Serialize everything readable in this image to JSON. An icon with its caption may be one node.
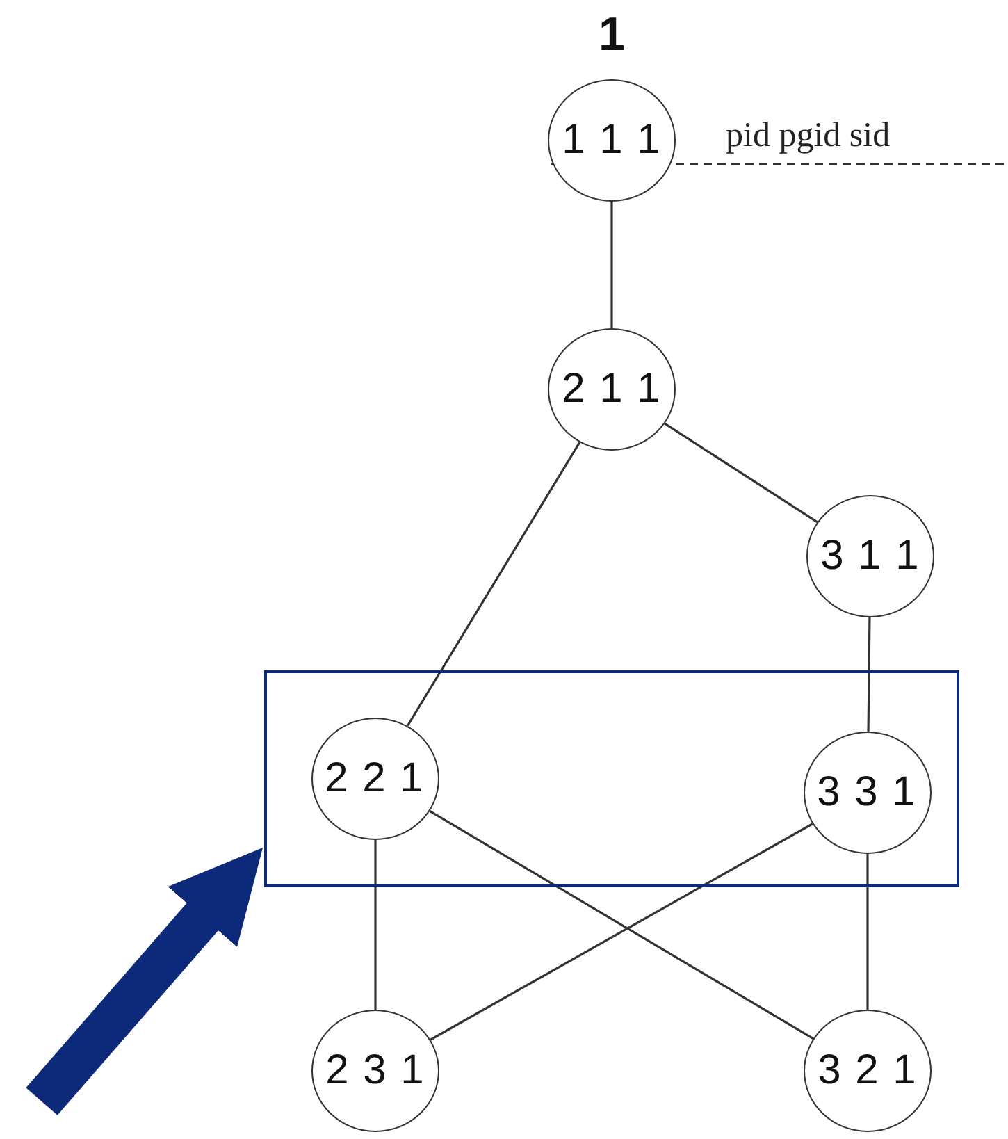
{
  "diagram": {
    "title": "1",
    "nodes": [
      {
        "text": [
          "1 1 1"
        ]
      },
      {
        "text": [
          "2 1 1"
        ]
      },
      {
        "text": [
          "3 1 1"
        ]
      },
      {
        "text": [],
        "shape": "box"
      },
      {
        "text": [
          "2 2 1"
        ],
        "in": 3
      },
      {
        "text": [
          "3 3 1"
        ],
        "in": 3
      },
      {
        "text": [
          "2 3 1"
        ]
      },
      {
        "text": [
          "3 2 1"
        ]
      }
    ],
    "edges": [
      {
        "from": 0,
        "to": 1,
        "arrow": "none"
      },
      {
        "from": 1,
        "to": 4,
        "arrow": "none"
      },
      {
        "from": 1,
        "to": 2,
        "arrow": "none"
      },
      {
        "from": 2,
        "to": 5,
        "arrow": "none"
      },
      {
        "from": 4,
        "to": 6,
        "arrow": "none"
      },
      {
        "from": 4,
        "to": 7,
        "arrow": "none"
      },
      {
        "from": 5,
        "to": 6,
        "arrow": "none"
      },
      {
        "from": 5,
        "to": 7,
        "arrow": "none"
      },
      {
        "from": null,
        "to": 3,
        "arrow": "to",
        "style": "thick",
        "color": "#0d2a7a"
      }
    ],
    "labels": [
      "pid pgid sid"
    ]
  }
}
